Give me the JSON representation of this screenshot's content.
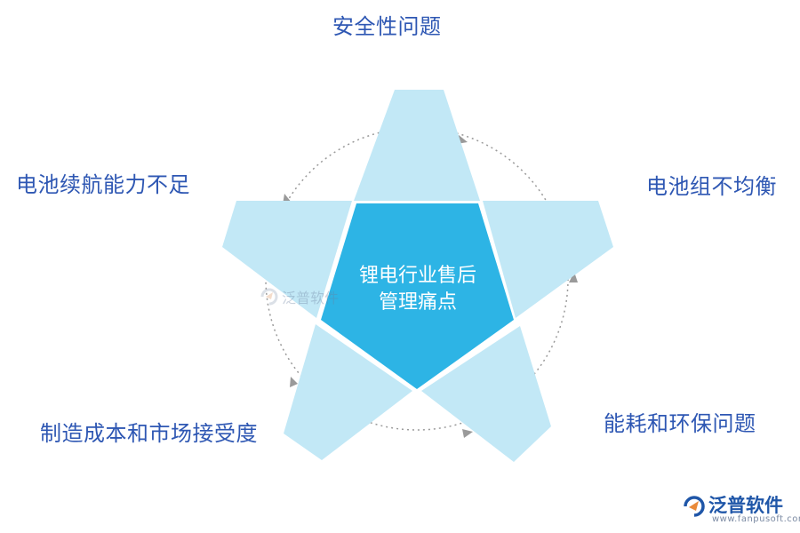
{
  "diagram": {
    "center": {
      "line1": "锂电行业售后",
      "line2": "管理痛点"
    },
    "points": {
      "top": "安全性问题",
      "right": "电池组不均衡",
      "bottom_right": "能耗和环保问题",
      "bottom_left": "制造成本和市场接受度",
      "left": "电池续航能力不足"
    },
    "colors": {
      "points_fill": "#c2e8f6",
      "center_fill": "#2db4e5",
      "label_text": "#2e57b3",
      "circle_stroke": "#9a9a9a"
    }
  },
  "watermark": {
    "text": "泛普软件"
  },
  "logo": {
    "brand": "泛普软件",
    "site": "www.fanpusoft.com"
  }
}
